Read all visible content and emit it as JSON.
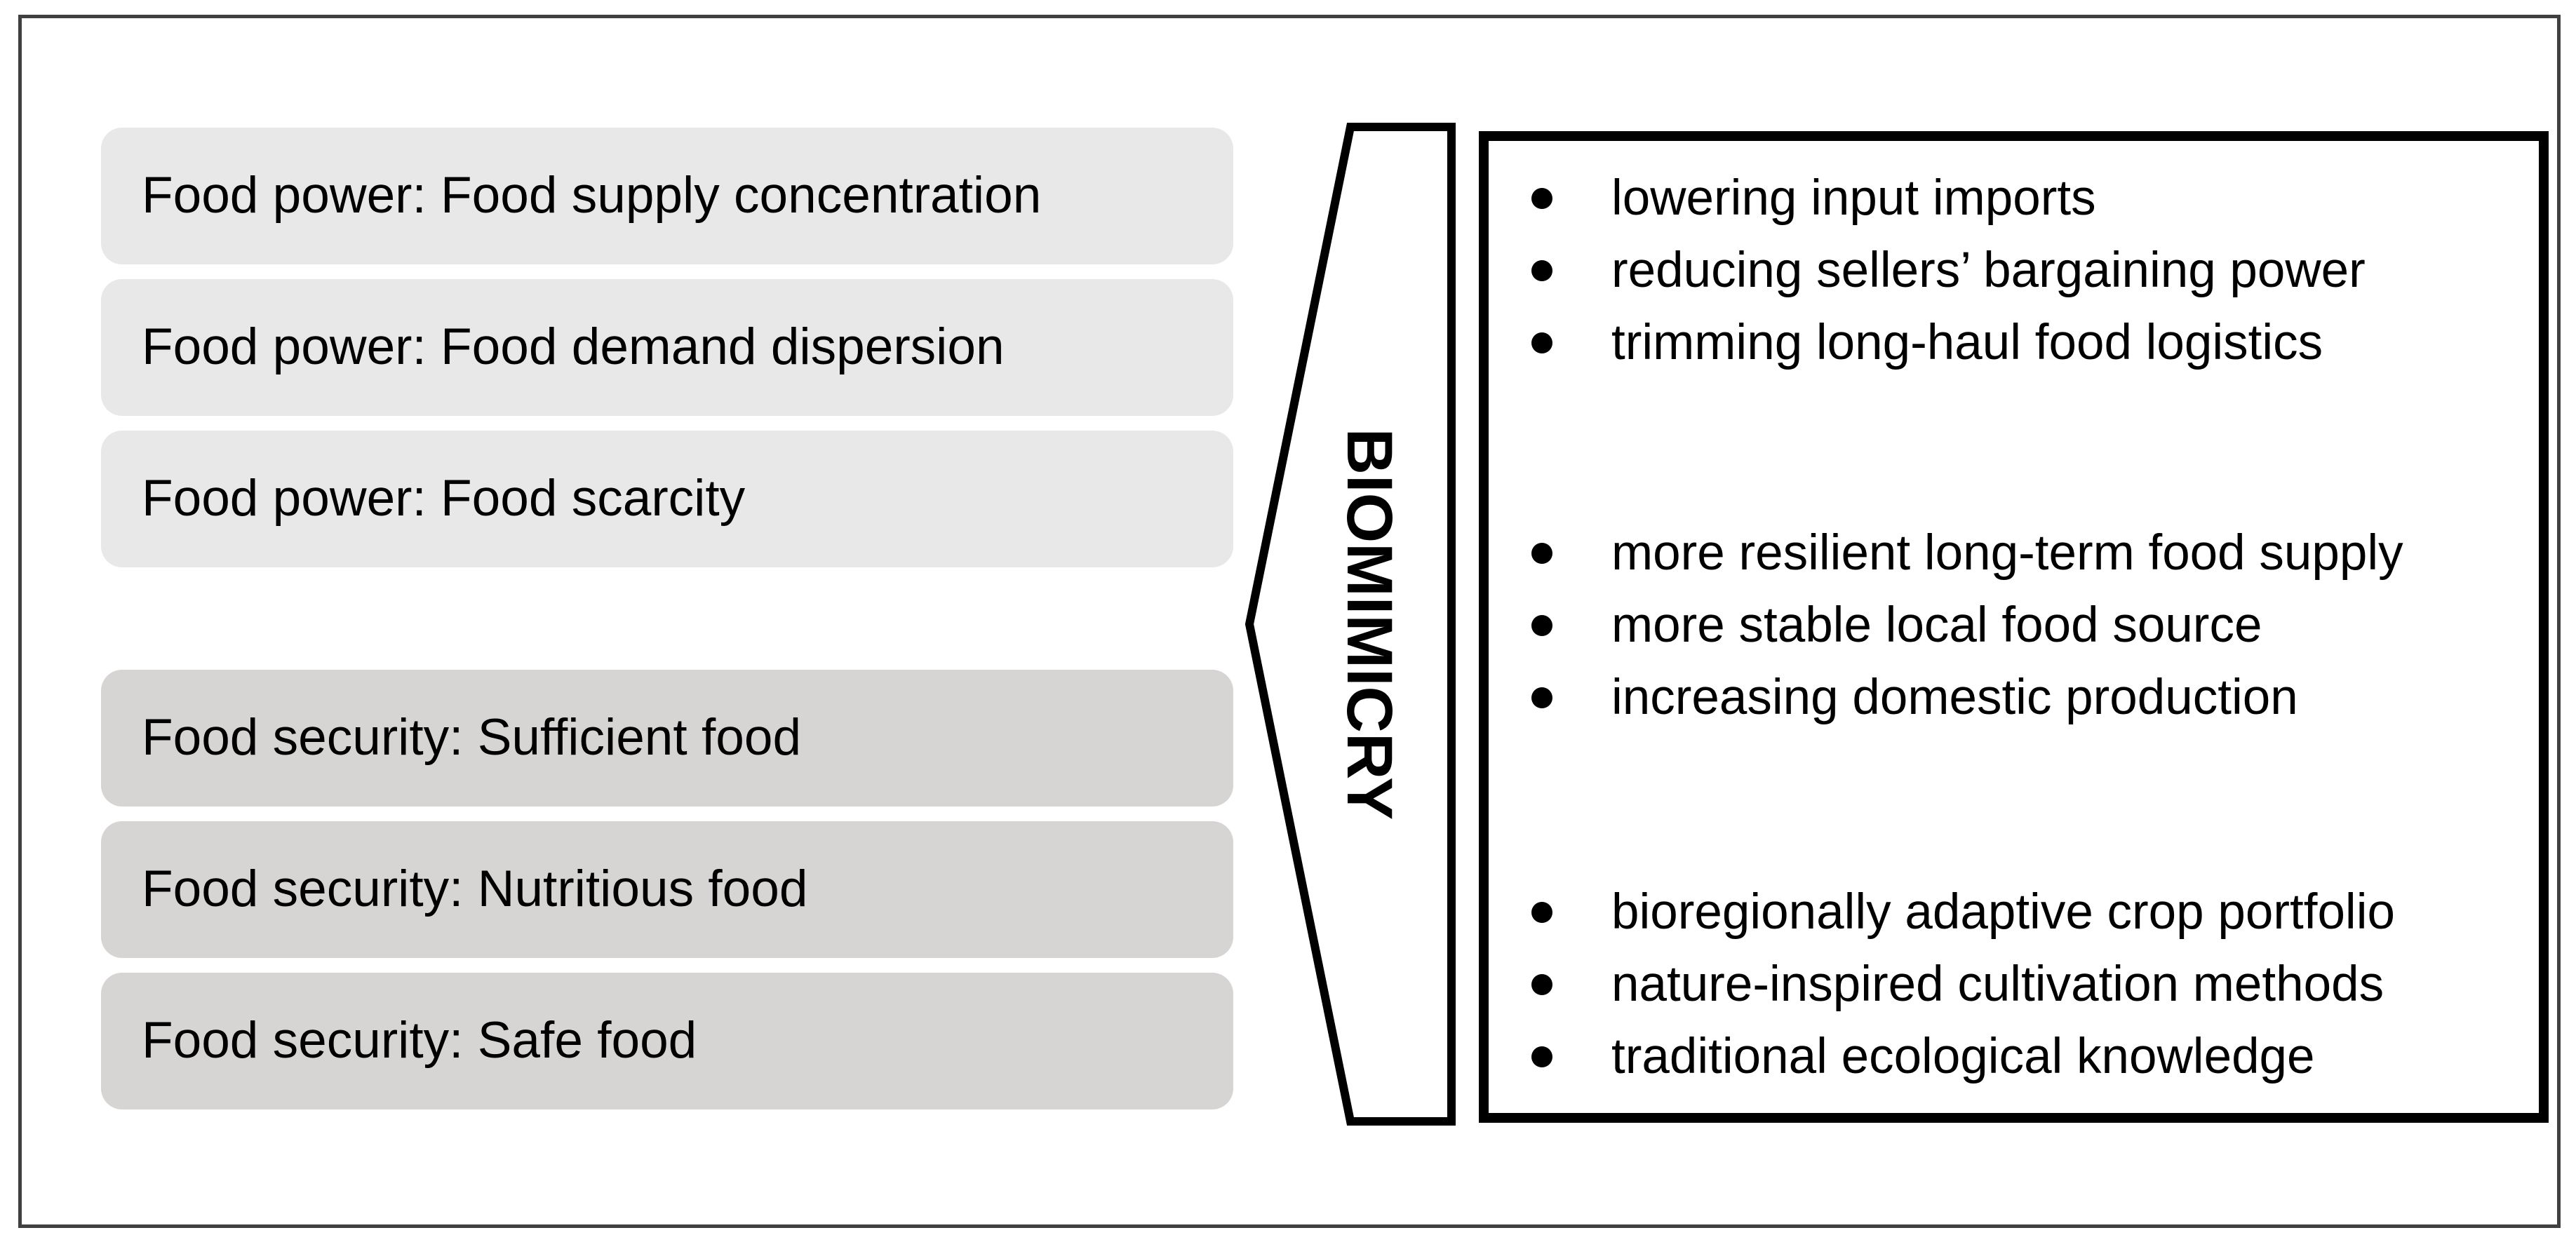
{
  "left_boxes": [
    {
      "category": "food-power",
      "label": "Food power: Food supply concentration"
    },
    {
      "category": "food-power",
      "label": "Food power: Food demand dispersion"
    },
    {
      "category": "food-power",
      "label": "Food power: Food scarcity"
    },
    {
      "category": "food-security",
      "label": "Food security: Sufficient food"
    },
    {
      "category": "food-security",
      "label": "Food security: Nutritious food"
    },
    {
      "category": "food-security",
      "label": "Food security: Safe food"
    }
  ],
  "connector": {
    "label": "BIOMIMICRY"
  },
  "right_panel": {
    "groups": [
      {
        "items": [
          "lowering input imports",
          "reducing sellers’ bargaining power",
          "trimming long-haul food logistics"
        ]
      },
      {
        "items": [
          "more resilient long-term food supply",
          "more stable local food source",
          "increasing domestic production"
        ]
      },
      {
        "items": [
          "bioregionally adaptive crop portfolio",
          "nature-inspired cultivation methods",
          "traditional ecological knowledge"
        ]
      }
    ]
  },
  "colors": {
    "food_power_box": "#e9e8e8",
    "food_security_box": "#d7d4d4",
    "panel_border": "#000000",
    "frame_border": "#404040",
    "text": "#000000"
  }
}
